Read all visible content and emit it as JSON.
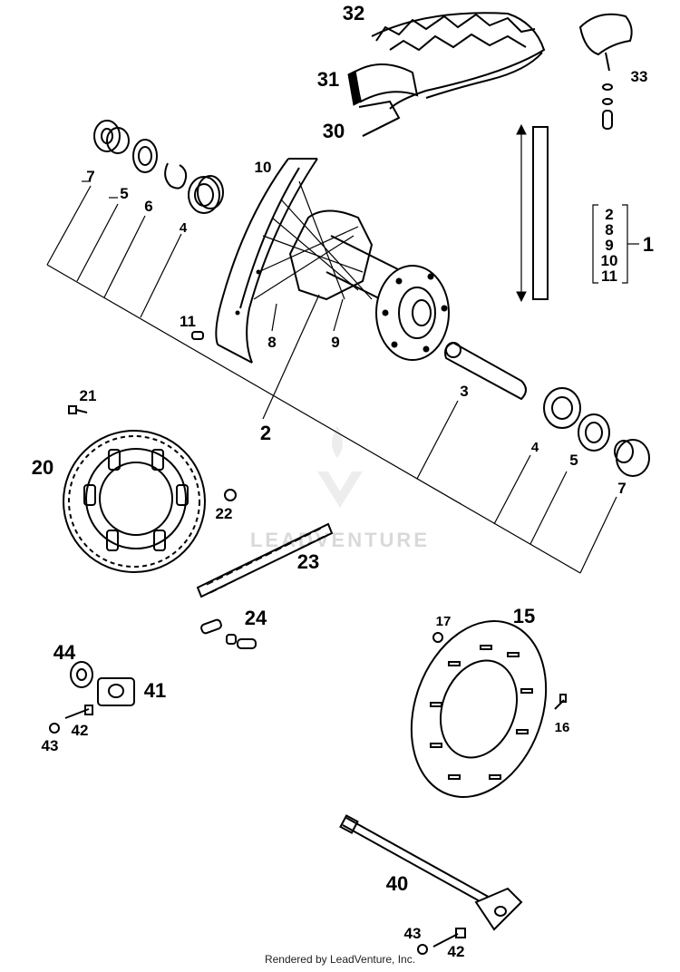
{
  "labels": {
    "l32": "32",
    "l31": "31",
    "l30": "30",
    "l33": "33",
    "l10": "10",
    "l7a": "7",
    "l5a": "5",
    "l6": "6",
    "l4a": "4",
    "l11": "11",
    "l8": "8",
    "l9": "9",
    "l2": "2",
    "l3": "3",
    "l4b": "4",
    "l5b": "5",
    "l7b": "7",
    "l1": "1",
    "kit": [
      "2",
      "8",
      "9",
      "10",
      "11"
    ],
    "l21": "21",
    "l20": "20",
    "l22": "22",
    "l23": "23",
    "l24": "24",
    "l44": "44",
    "l41": "41",
    "l42a": "42",
    "l43a": "43",
    "l17": "17",
    "l15": "15",
    "l16": "16",
    "l40": "40",
    "l43b": "43",
    "l42b": "42"
  },
  "watermark": "LEADVENTURE",
  "footer": "Rendered by LeadVenture, Inc."
}
